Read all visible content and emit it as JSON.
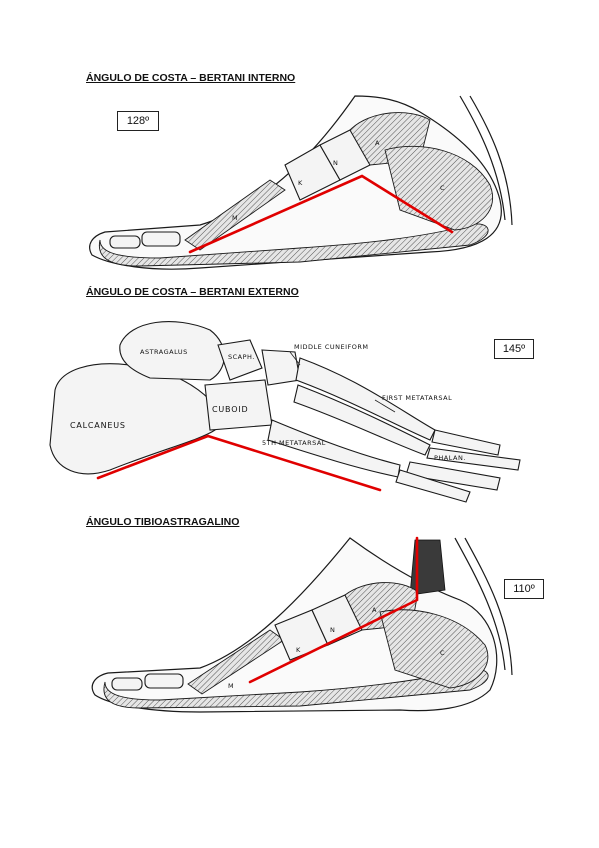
{
  "sections": [
    {
      "title": "ÁNGULO DE COSTA – BERTANI INTERNO",
      "angle": "128º"
    },
    {
      "title": "ÁNGULO DE COSTA – BERTANI EXTERNO",
      "angle": "145º"
    },
    {
      "title": "ÁNGULO TIBIOASTRAGALINO",
      "angle": "110º"
    }
  ],
  "figure1": {
    "labels": [
      "M",
      "K",
      "N",
      "A",
      "C"
    ]
  },
  "figure2": {
    "labels": {
      "astragalus": "ASTRAGALUS",
      "scaph": "SCAPH.",
      "middle_cuneiform": "MIDDLE CUNEIFORM",
      "first_metatarsal": "FIRST METATARSAL",
      "calcaneus": "CALCANEUS",
      "cuboid": "CUBOID",
      "fifth_metatarsal": "5TH METATARSAL",
      "phalan": "PHALAN."
    }
  },
  "figure3": {
    "labels": [
      "M",
      "K",
      "N",
      "A",
      "C"
    ]
  },
  "colors": {
    "angle_line": "#e00000",
    "text": "#111111"
  }
}
